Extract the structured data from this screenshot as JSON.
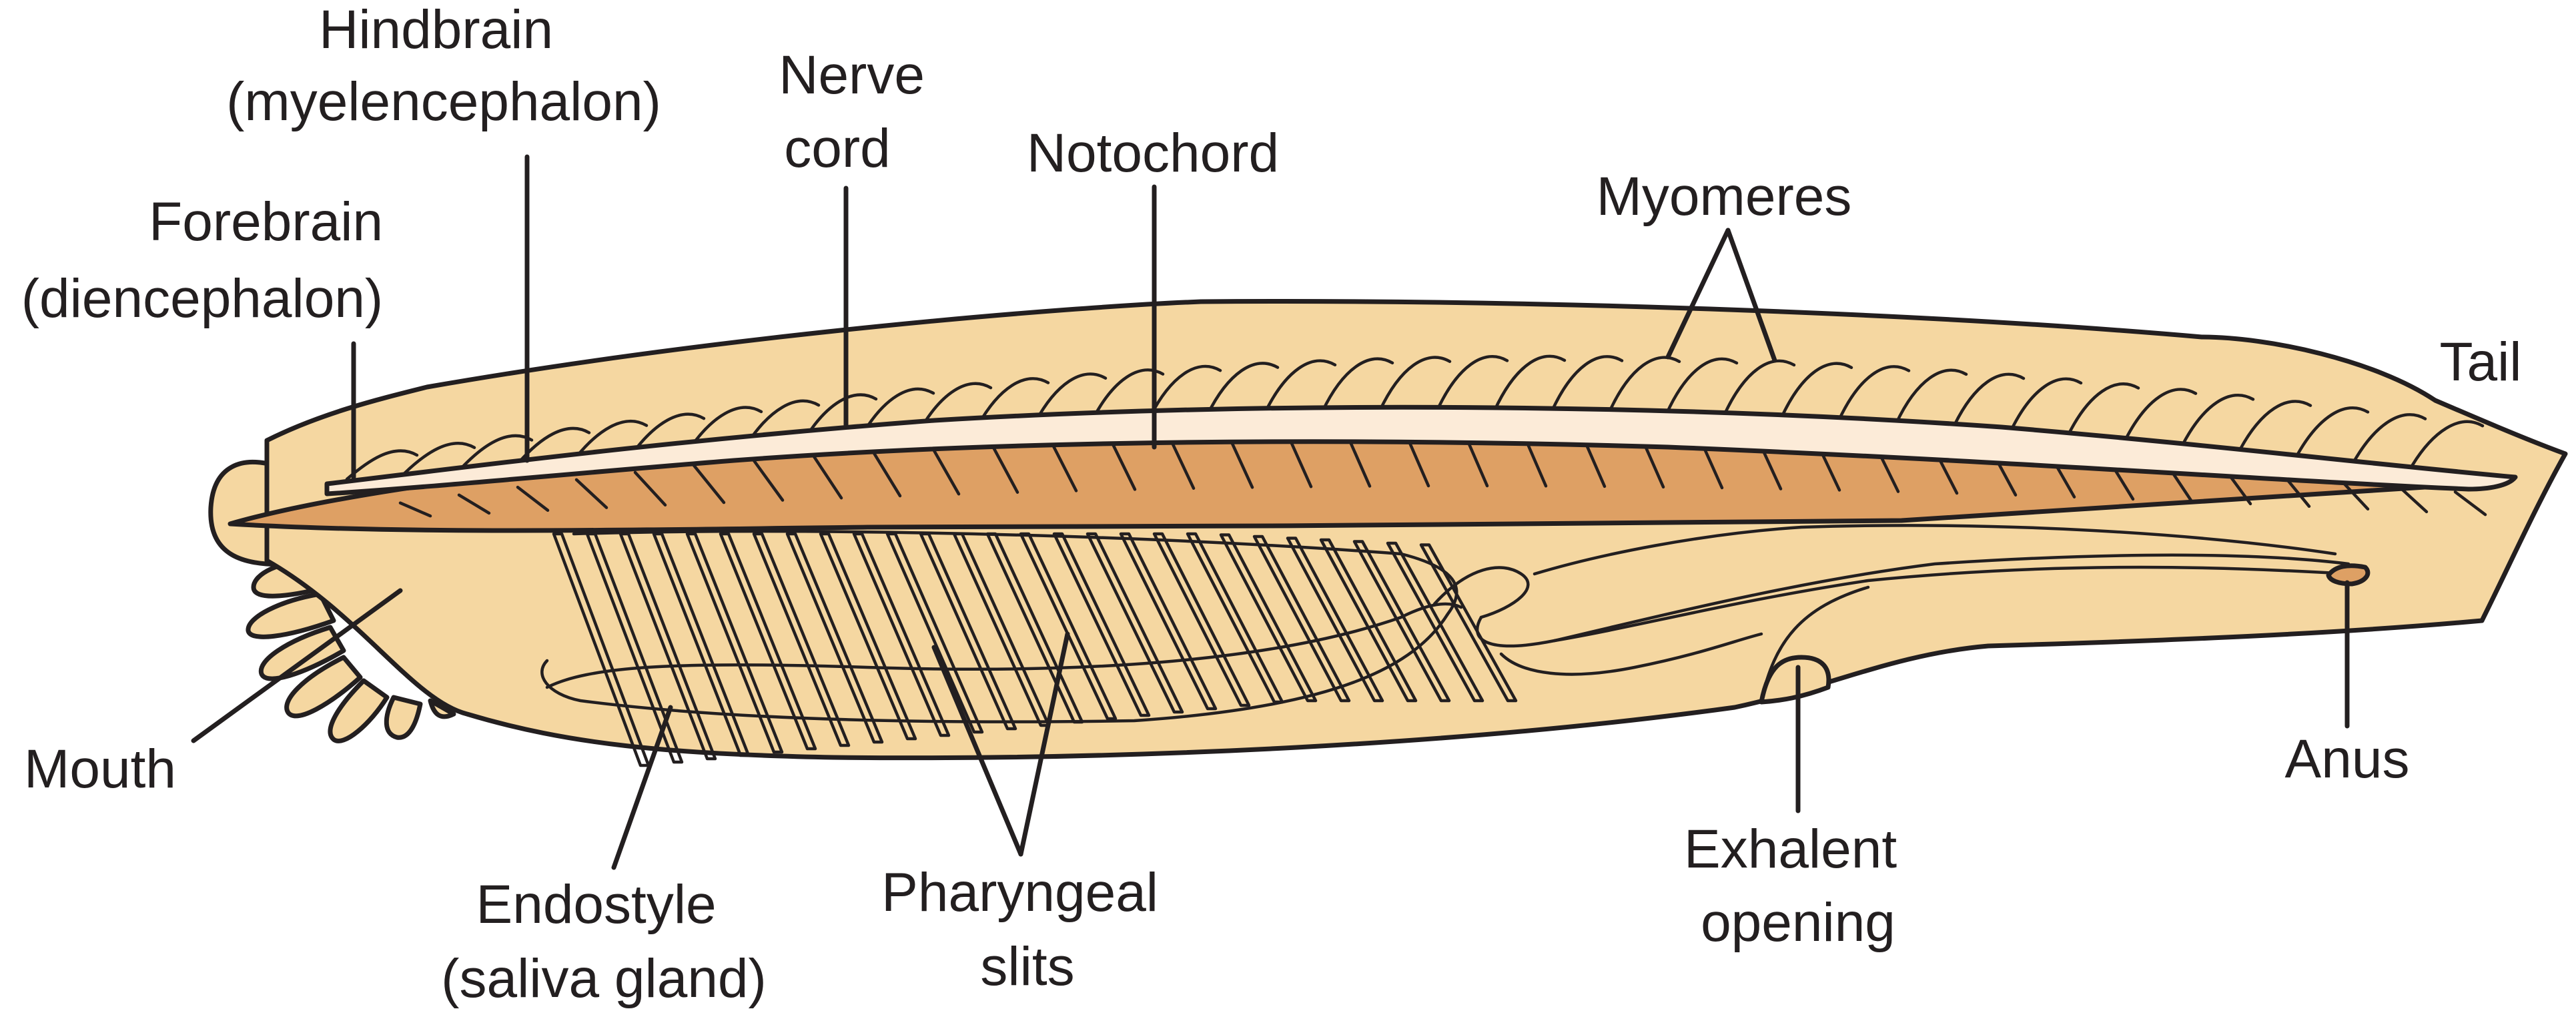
{
  "colors": {
    "body_fill": "#f5d7a1",
    "notochord_fill": "#dea064",
    "nerve_cord_fill": "#fcebd8",
    "outline": "#231f20",
    "background": "#ffffff"
  },
  "labels": {
    "hindbrain": [
      "Hindbrain",
      "(myelencephalon)"
    ],
    "forebrain": [
      "Forebrain",
      "(diencephalon)"
    ],
    "nerve_cord": [
      "Nerve",
      "cord"
    ],
    "notochord": [
      "Notochord"
    ],
    "myomeres": [
      "Myomeres"
    ],
    "tail": [
      "Tail"
    ],
    "mouth": [
      "Mouth"
    ],
    "endostyle": [
      "Endostyle",
      "(saliva gland)"
    ],
    "pharyngeal_slits": [
      "Pharyngeal",
      "slits"
    ],
    "exhalent_opening": [
      "Exhalent",
      "opening"
    ],
    "anus": [
      "Anus"
    ]
  }
}
